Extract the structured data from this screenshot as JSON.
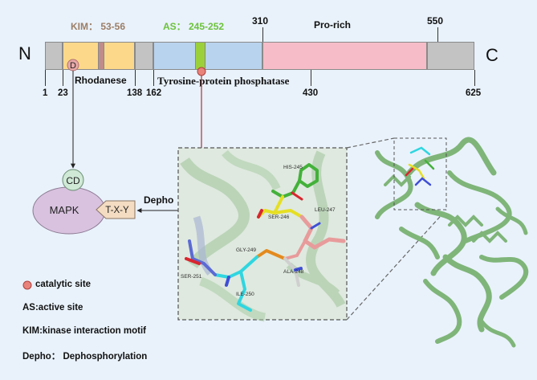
{
  "protein": {
    "n_term": "N",
    "c_term": "C",
    "top_labels": {
      "kim": "KIM： 53-56",
      "as": "AS： 245-252",
      "p310": "310",
      "pro_rich": "Pro-rich",
      "p550": "550"
    },
    "bottom_labels": {
      "p1": "1",
      "p23": "23",
      "rhodanese": "Rhodanese",
      "p138": "138",
      "p162": "162",
      "tyr": "Tyrosine-protein phosphatase",
      "p430": "430",
      "p625": "625"
    },
    "d_marker": "D",
    "colors": {
      "gray": "#c3c3c3",
      "rhodanese": "#fcd88a",
      "kim": "#bf8c8c",
      "tyr": "#b8d3ed",
      "as": "#9cd03a",
      "pro_rich": "#f6bcc8",
      "catalytic": "#e8837c"
    }
  },
  "mapk": {
    "label": "MAPK",
    "cd": "CD",
    "txy": "T-X-Y",
    "dephos": "Depho"
  },
  "residues": {
    "his": "HIS-245",
    "ser246": "SER-246",
    "leu": "LEU-247",
    "gly": "GLY-249",
    "ala": "ALA-248",
    "ser251": "SER-251",
    "ile": "ILE-250"
  },
  "legend": {
    "catalytic": "catalytic site",
    "as": "AS:active site",
    "kim": "KIM:kinase interaction motif",
    "depho": "Depho： Dephosphorylation"
  }
}
